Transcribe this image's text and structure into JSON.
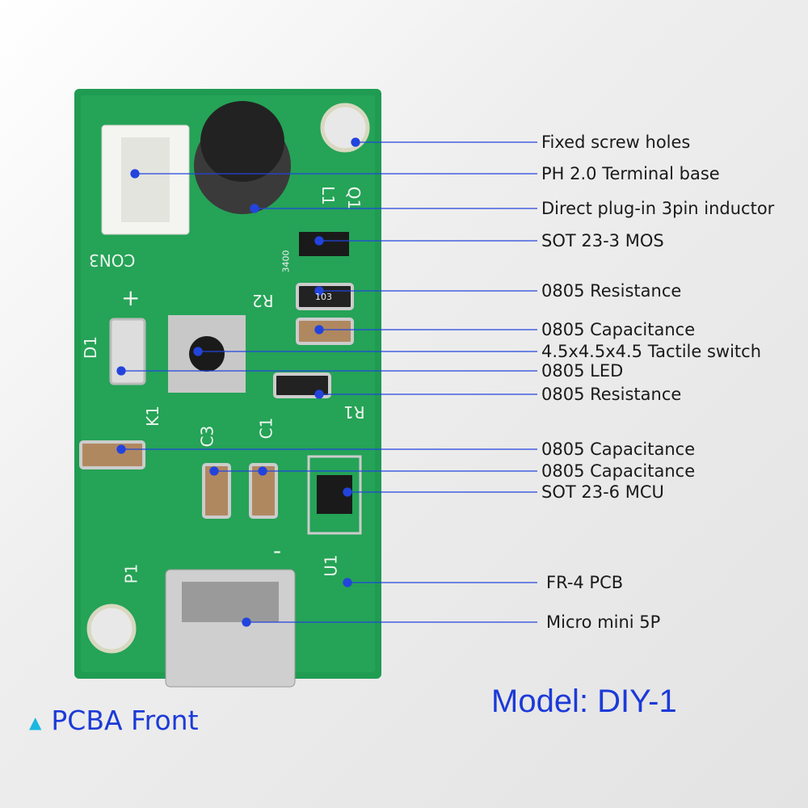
{
  "callouts": [
    {
      "label": "Fixed screw holes"
    },
    {
      "label": "PH 2.0 Terminal base"
    },
    {
      "label": "Direct plug-in 3pin inductor"
    },
    {
      "label": "SOT 23-3 MOS"
    },
    {
      "label": "0805 Resistance"
    },
    {
      "label": "0805 Capacitance"
    },
    {
      "label": "4.5x4.5x4.5 Tactile switch"
    },
    {
      "label": "0805 LED"
    },
    {
      "label": "0805 Resistance"
    },
    {
      "label": "0805 Capacitance"
    },
    {
      "label": "0805 Capacitance"
    },
    {
      "label": "SOT 23-6 MCU"
    },
    {
      "label": "FR-4 PCB"
    },
    {
      "label": "Micro mini 5P"
    }
  ],
  "silkscreen": [
    "CON3",
    "D1",
    "K1",
    "C3",
    "C1",
    "R2",
    "L1",
    "Q1",
    "P1",
    "U1",
    "R1",
    "3400",
    "103",
    "+",
    "-"
  ],
  "caption": {
    "icon": "triangle-up-icon",
    "text": "PCBA Front"
  },
  "model": "Model: DIY-1",
  "colors": {
    "pcb": "#1f9c52",
    "accent": "#1c3ad8",
    "line": "#2244dd"
  }
}
